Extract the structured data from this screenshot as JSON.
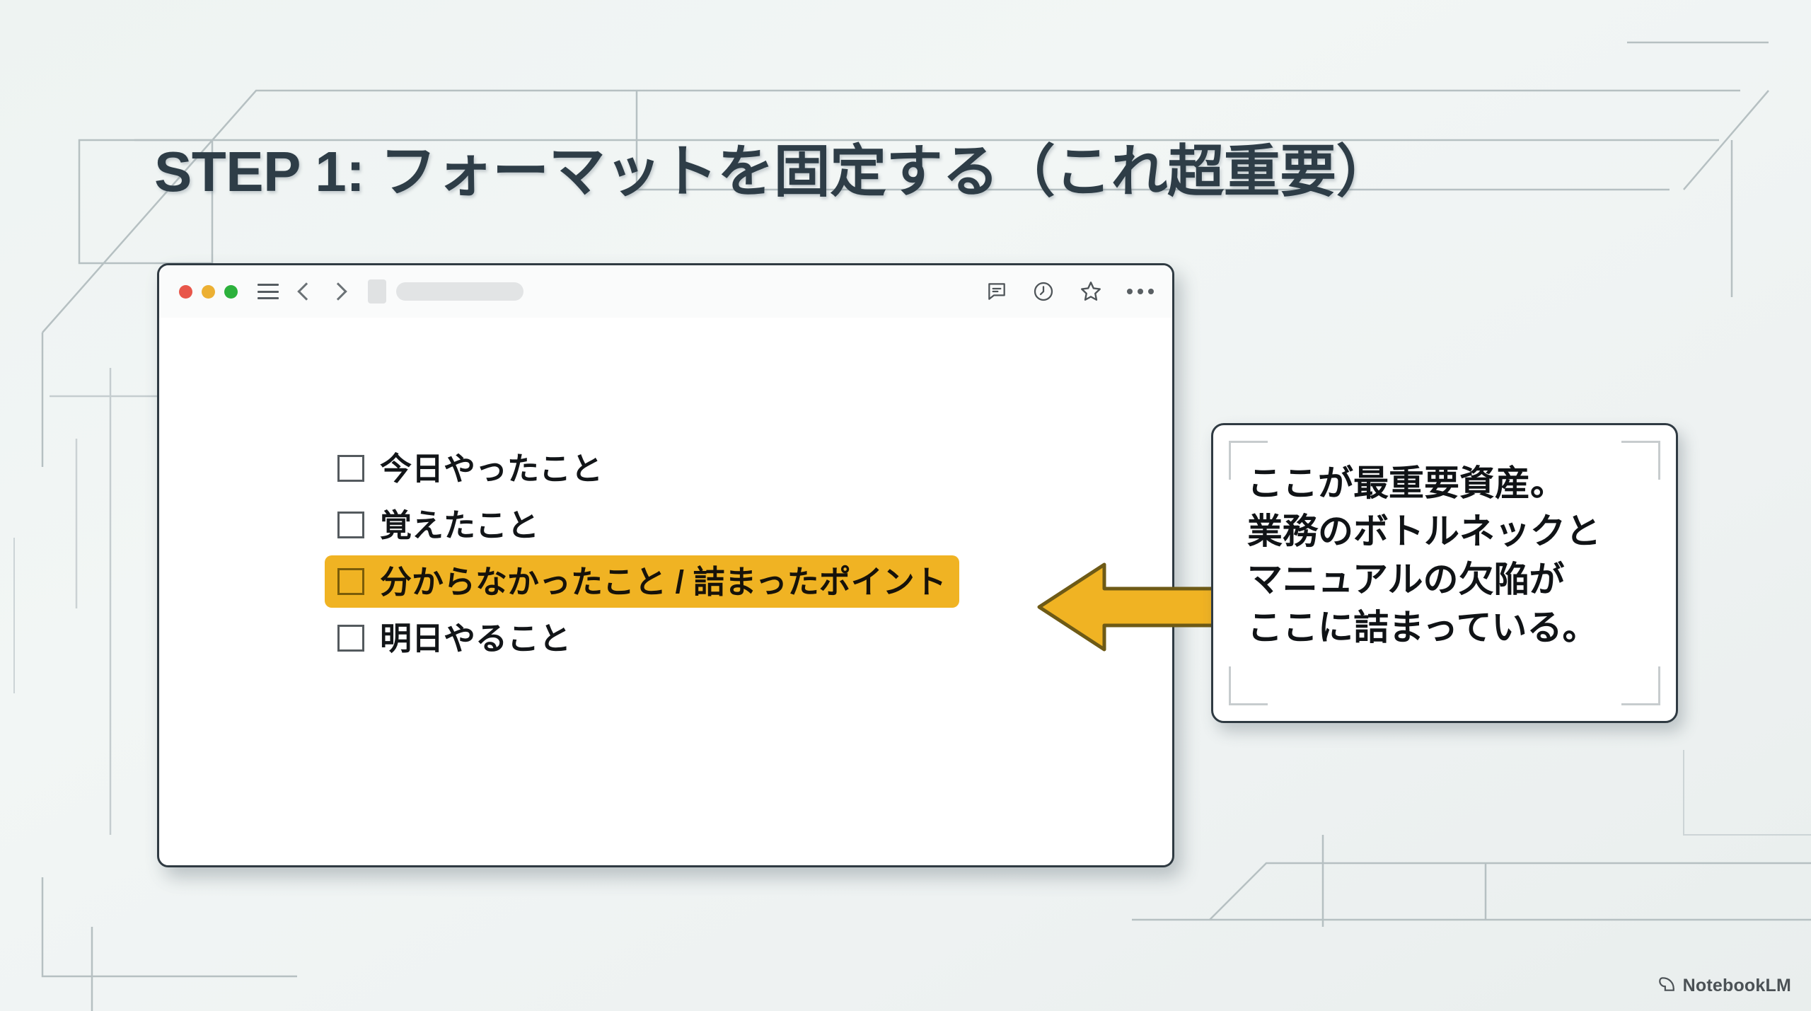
{
  "slide": {
    "title": "STEP 1: フォーマットを固定する（これ超重要）",
    "background_color": "#eef3f2",
    "title_color": "#2e3d47"
  },
  "browser": {
    "window_controls": [
      {
        "name": "close",
        "color": "#e8564a"
      },
      {
        "name": "minimize",
        "color": "#ecb033"
      },
      {
        "name": "maximize",
        "color": "#2cb13c"
      }
    ],
    "nav_icons": [
      "hamburger-menu-icon",
      "back-chevron-icon",
      "forward-chevron-icon"
    ],
    "address_bar_value": "",
    "address_bar_placeholder": "",
    "toolbar_icons": [
      "comment-icon",
      "history-clock-icon",
      "star-bookmark-icon",
      "more-options-icon"
    ]
  },
  "checklist": {
    "highlight_color": "#f0b323",
    "items": [
      {
        "label": "今日やったこと",
        "highlighted": false
      },
      {
        "label": "覚えたこと",
        "highlighted": false
      },
      {
        "label": "分からなかったこと / 詰まったポイント",
        "highlighted": true
      },
      {
        "label": "明日やること",
        "highlighted": false
      }
    ]
  },
  "callout": {
    "arrow_color": "#f0b323",
    "arrow_outline_color": "#6e5a16",
    "lines": [
      "ここが最重要資産。",
      "業務のボトルネックと",
      "マニュアルの欠陥が",
      "ここに詰まっている。"
    ]
  },
  "footer": {
    "brand": "NotebookLM",
    "icon": "notebooklm-spiral-icon"
  }
}
